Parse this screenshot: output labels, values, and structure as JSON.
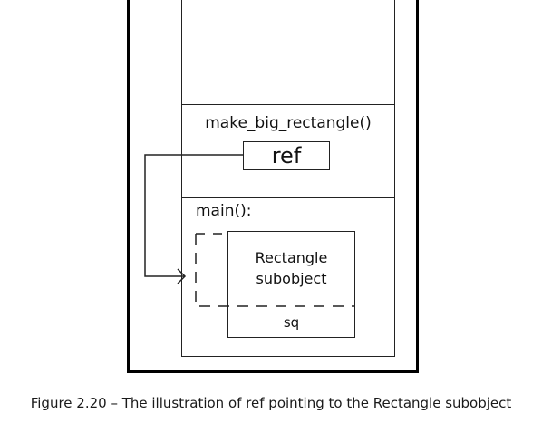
{
  "stack": {
    "frames": [
      {
        "label": "make_big_rectangle()",
        "ref_label": "ref"
      },
      {
        "label": "main():",
        "object_label": "Rectangle\nsubobject",
        "variable_label": "sq"
      }
    ]
  },
  "caption": "Figure 2.20 – The illustration of ref pointing to the Rectangle subobject"
}
